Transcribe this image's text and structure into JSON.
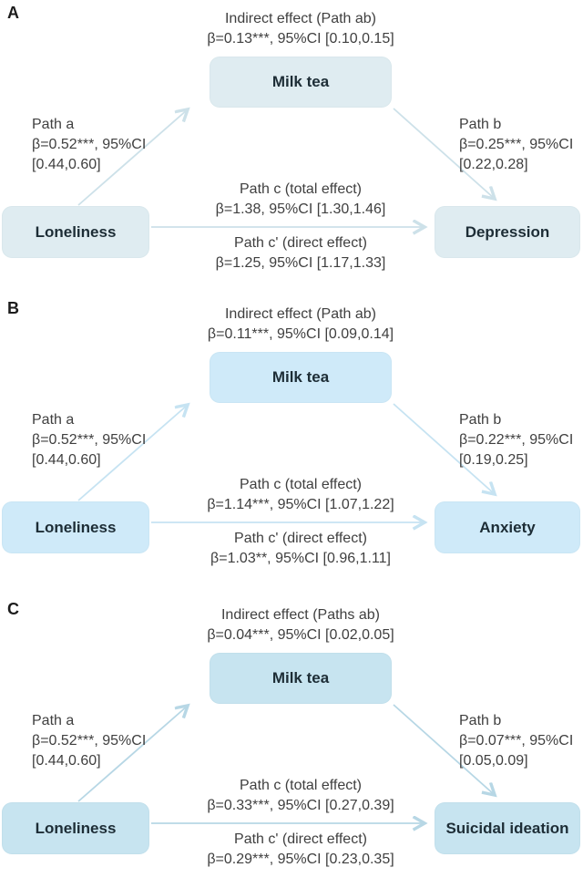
{
  "figure": {
    "description": "Mediation path diagrams: milk tea as mediator between loneliness and mental health outcomes"
  },
  "panels": [
    {
      "label": "A",
      "indirect": {
        "line1": "Indirect effect (Path ab)",
        "line2": "β=0.13***, 95%CI [0.10,0.15]"
      },
      "mediator": "Milk tea",
      "predictor": "Loneliness",
      "outcome": "Depression",
      "path_a": {
        "name": "Path a",
        "stat": "β=0.52***, 95%CI",
        "ci": "[0.44,0.60]"
      },
      "path_b": {
        "name": "Path b",
        "stat": "β=0.25***, 95%CI",
        "ci": "[0.22,0.28]"
      },
      "path_c": {
        "name": "Path c (total effect)",
        "stat": "β=1.38, 95%CI [1.30,1.46]"
      },
      "path_c_prime": {
        "name": "Path c' (direct effect)",
        "stat": "β=1.25, 95%CI [1.17,1.33]"
      },
      "colors": {
        "node_bg": "#dfecf1",
        "arrow": "#cde1e9"
      }
    },
    {
      "label": "B",
      "indirect": {
        "line1": "Indirect effect (Path ab)",
        "line2": "β=0.11***, 95%CI [0.09,0.14]"
      },
      "mediator": "Milk tea",
      "predictor": "Loneliness",
      "outcome": "Anxiety",
      "path_a": {
        "name": "Path a",
        "stat": "β=0.52***, 95%CI",
        "ci": "[0.44,0.60]"
      },
      "path_b": {
        "name": "Path b",
        "stat": "β=0.22***, 95%CI",
        "ci": "[0.19,0.25]"
      },
      "path_c": {
        "name": "Path c (total effect)",
        "stat": "β=1.14***, 95%CI [1.07,1.22]"
      },
      "path_c_prime": {
        "name": "Path c' (direct effect)",
        "stat": "β=1.03**, 95%CI [0.96,1.11]"
      },
      "colors": {
        "node_bg": "#cfeaf9",
        "arrow": "#c6e3f2"
      }
    },
    {
      "label": "C",
      "indirect": {
        "line1": "Indirect effect (Paths ab)",
        "line2": "β=0.04***, 95%CI [0.02,0.05]"
      },
      "mediator": "Milk tea",
      "predictor": "Loneliness",
      "outcome": "Suicidal ideation",
      "path_a": {
        "name": "Path a",
        "stat": "β=0.52***, 95%CI",
        "ci": "[0.44,0.60]"
      },
      "path_b": {
        "name": "Path b",
        "stat": "β=0.07***, 95%CI",
        "ci": "[0.05,0.09]"
      },
      "path_c": {
        "name": "Path c (total effect)",
        "stat": "β=0.33***, 95%CI [0.27,0.39]"
      },
      "path_c_prime": {
        "name": "Path c' (direct effect)",
        "stat": "β=0.29***, 95%CI [0.23,0.35]"
      },
      "colors": {
        "node_bg": "#c7e4f0",
        "arrow": "#b7d7e5"
      }
    }
  ]
}
